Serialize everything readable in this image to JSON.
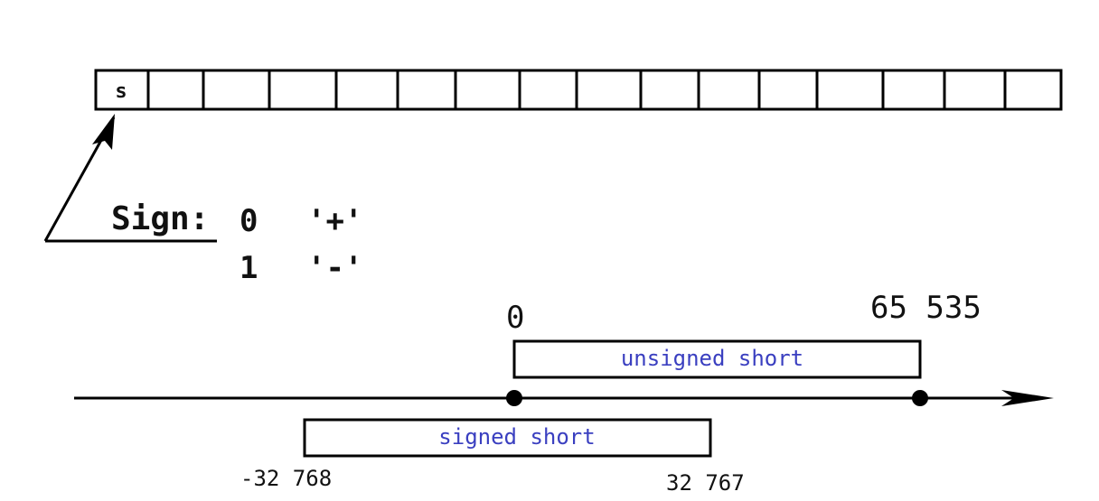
{
  "register": {
    "sign_bit_label": "s",
    "cell_count": 16
  },
  "sign_legend": {
    "label": "Sign:",
    "entries": [
      {
        "bit": "0",
        "symbol": "'+'"
      },
      {
        "bit": "1",
        "symbol": "'-'"
      }
    ]
  },
  "number_line": {
    "unsigned": {
      "label": "unsigned short",
      "min_label": "0",
      "max_label": "65 535"
    },
    "signed": {
      "label": "signed short",
      "min_label": "-32 768",
      "max_label": "32 767"
    }
  },
  "colors": {
    "line": "#000000",
    "range_label": "#3a3fc0"
  }
}
